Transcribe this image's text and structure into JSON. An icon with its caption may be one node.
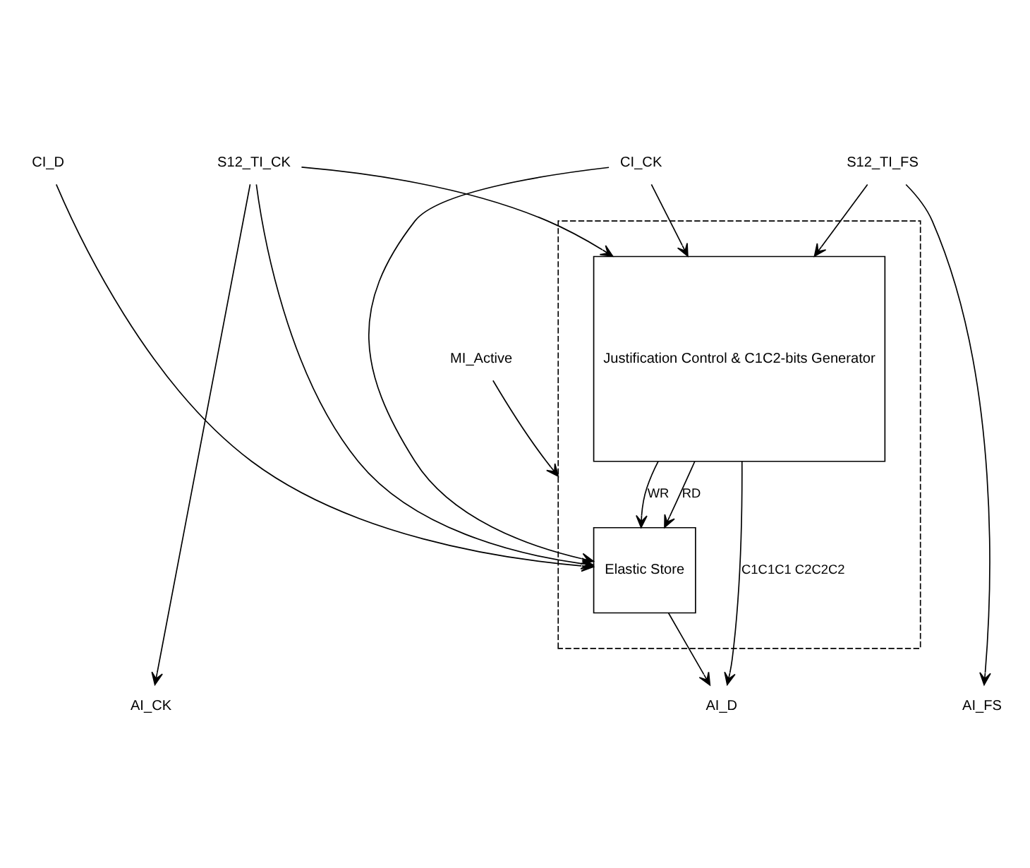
{
  "diagram": {
    "nodes": [
      {
        "text": [],
        "shape": "box"
      },
      {
        "text": [
          "Elastic Store"
        ],
        "in": 0
      },
      {
        "text": [
          "Justification Control & C1C2-bits Generator"
        ],
        "in": 0
      },
      {
        "text": [
          "CI_D"
        ]
      },
      {
        "text": [
          "CI_CK"
        ]
      },
      {
        "text": [
          "S12_TI_CK"
        ]
      },
      {
        "text": [
          "S12_TI_FS"
        ]
      },
      {
        "text": [
          "AI_D"
        ]
      },
      {
        "text": [
          "AI_CK"
        ]
      },
      {
        "text": [
          "AI_FS"
        ]
      },
      {
        "text": [
          "MI_Active"
        ]
      }
    ],
    "edges": [
      {
        "from": 3,
        "to": 1,
        "arrow": "to"
      },
      {
        "from": 4,
        "to": 1,
        "arrow": "to"
      },
      {
        "from": 4,
        "to": 2,
        "arrow": "to"
      },
      {
        "from": 2,
        "to": 1,
        "arrow": "to",
        "label": "WR"
      },
      {
        "from": 2,
        "to": 1,
        "arrow": "to",
        "label": "RD"
      },
      {
        "from": 5,
        "to": 2,
        "arrow": "to"
      },
      {
        "from": 5,
        "to": 1,
        "arrow": "to"
      },
      {
        "from": 5,
        "to": 8,
        "arrow": "to"
      },
      {
        "from": 6,
        "to": 2,
        "arrow": "to"
      },
      {
        "from": 6,
        "to": 9,
        "arrow": "to"
      },
      {
        "from": 1,
        "to": 7,
        "arrow": "to"
      },
      {
        "from": 2,
        "to": 7,
        "arrow": "to",
        "label": "C1C1C1 C2C2C2"
      },
      {
        "from": 10,
        "to": 0,
        "arrow": "to"
      }
    ]
  }
}
